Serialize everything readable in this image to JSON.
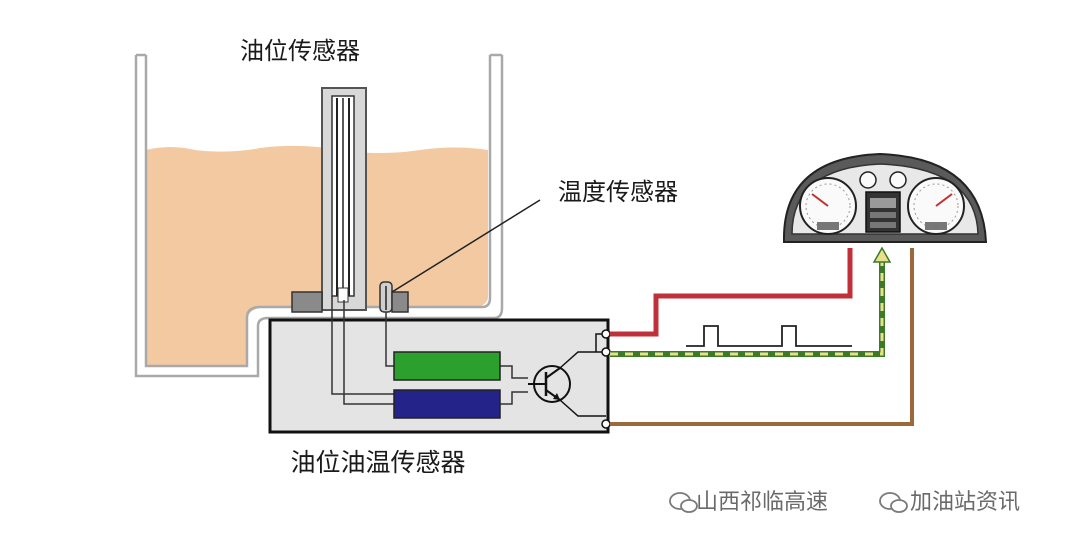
{
  "labels": {
    "oil_level_sensor": "油位传感器",
    "temperature_sensor": "温度传感器",
    "combined_sensor": "油位油温传感器"
  },
  "watermark": {
    "account_left": "山西祁临高速",
    "account_right": "加油站资讯"
  },
  "colors": {
    "oil": "#f3c9a2",
    "tank_wall": "#b7b7b7",
    "housing": "#e4e4e4",
    "green_block": "#2ca02c",
    "blue_block": "#23238a",
    "red_wire": "#c0303a",
    "green_wire": "#3a7a2a",
    "yellow_stripe": "#e9e08a",
    "brown_wire": "#9c6a3a",
    "dashboard": "#555555"
  }
}
